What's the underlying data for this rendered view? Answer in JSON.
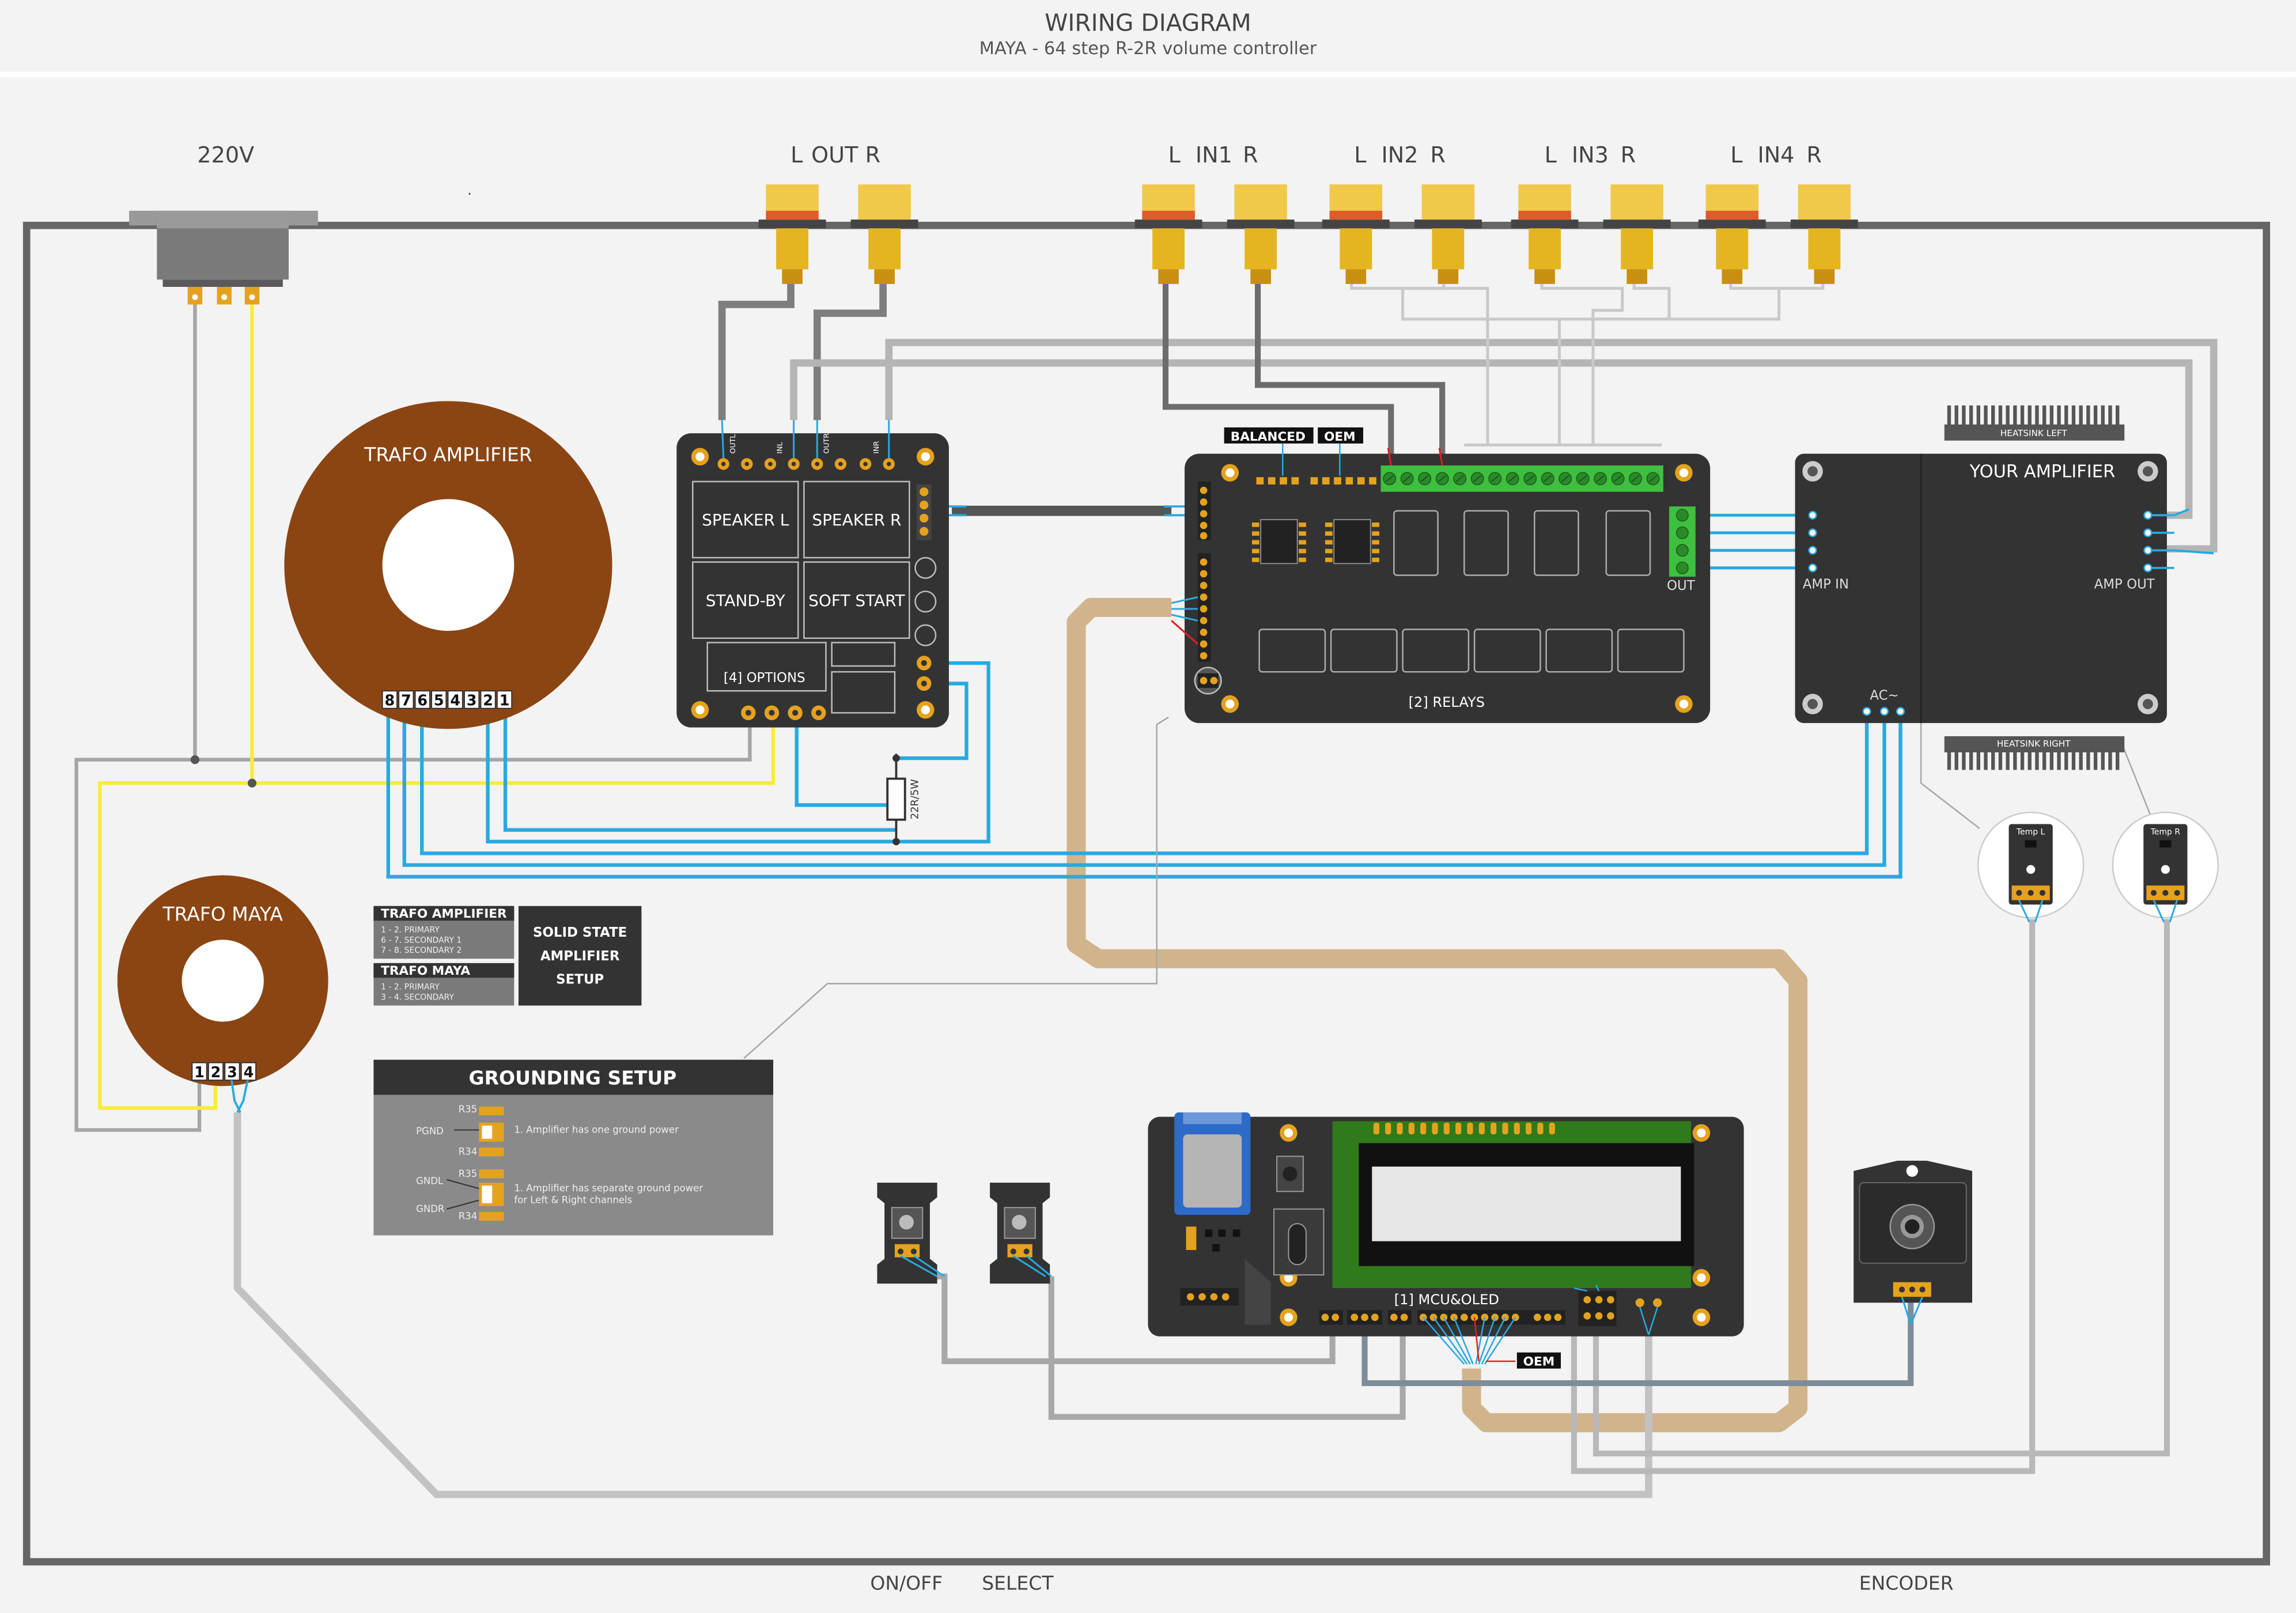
{
  "header": {
    "title": "WIRING DIAGRAM",
    "subtitle": "MAYA - 64 step R-2R volume controller"
  },
  "labels": {
    "mains": "220V",
    "out_l": "L",
    "out_name": "OUT",
    "out_r": "R",
    "in1_l": "L",
    "in1_name": "IN1",
    "in1_r": "R",
    "in2_l": "L",
    "in2_name": "IN2",
    "in2_r": "R",
    "in3_l": "L",
    "in3_name": "IN3",
    "in3_r": "R",
    "in4_l": "L",
    "in4_name": "IN4",
    "in4_r": "R",
    "dot": "."
  },
  "trafo_amp": {
    "title": "TRAFO AMPLIFIER",
    "pins": [
      "8",
      "7",
      "6",
      "5",
      "4",
      "3",
      "2",
      "1"
    ]
  },
  "trafo_maya": {
    "title": "TRAFO MAYA",
    "pins": [
      "1",
      "2",
      "3",
      "4"
    ]
  },
  "options_board": {
    "pin_labels": [
      "OUTL",
      "INL",
      "OUTR",
      "INR"
    ],
    "speaker_l": "SPEAKER L",
    "speaker_r": "SPEAKER R",
    "standby": "STAND-BY",
    "soft_start": "SOFT START",
    "caption": "[4] OPTIONS"
  },
  "resistor": {
    "label": "22R/5W"
  },
  "relays_board": {
    "balanced": "BALANCED",
    "oem": "OEM",
    "out": "OUT",
    "caption": "[2] RELAYS"
  },
  "amplifier": {
    "title": "YOUR AMPLIFIER",
    "amp_in": "AMP IN",
    "amp_out": "AMP OUT",
    "ac": "AC~",
    "heatsink_left": "HEATSINK LEFT",
    "heatsink_right": "HEATSINK RIGHT"
  },
  "temp_sensors": {
    "left": "Temp L",
    "right": "Temp R"
  },
  "legend": {
    "amp_title": "TRAFO AMPLIFIER",
    "amp_lines": [
      "1 - 2. PRIMARY",
      "6 - 7. SECONDARY 1",
      "7 - 8. SECONDARY 2"
    ],
    "maya_title": "TRAFO MAYA",
    "maya_lines": [
      "1 - 2. PRIMARY",
      "3 - 4. SECONDARY"
    ],
    "solid_state": [
      "SOLID STATE",
      "AMPLIFIER",
      "SETUP"
    ]
  },
  "grounding": {
    "title": "GROUNDING SETUP",
    "r35": "R35",
    "r34": "R34",
    "pgnd": "PGND",
    "gndl": "GNDL",
    "gndr": "GNDR",
    "note1": "1. Amplifier has one ground power",
    "note2a": "1. Amplifier has separate ground power",
    "note2b": "for Left & Right channels"
  },
  "mcu_board": {
    "caption": "[1] MCU&OLED",
    "oem": "OEM"
  },
  "bottom_labels": {
    "onoff": "ON/OFF",
    "select": "SELECT",
    "encoder": "ENCODER"
  },
  "colors": {
    "board": "#333333",
    "gold": "#e5a21e",
    "wire_blue": "#29a9e0",
    "wire_yellow": "#f7ec3a",
    "wire_gray": "#9b9b9b",
    "ribbon": "#d2b48c",
    "trafo": "#8b4513"
  }
}
